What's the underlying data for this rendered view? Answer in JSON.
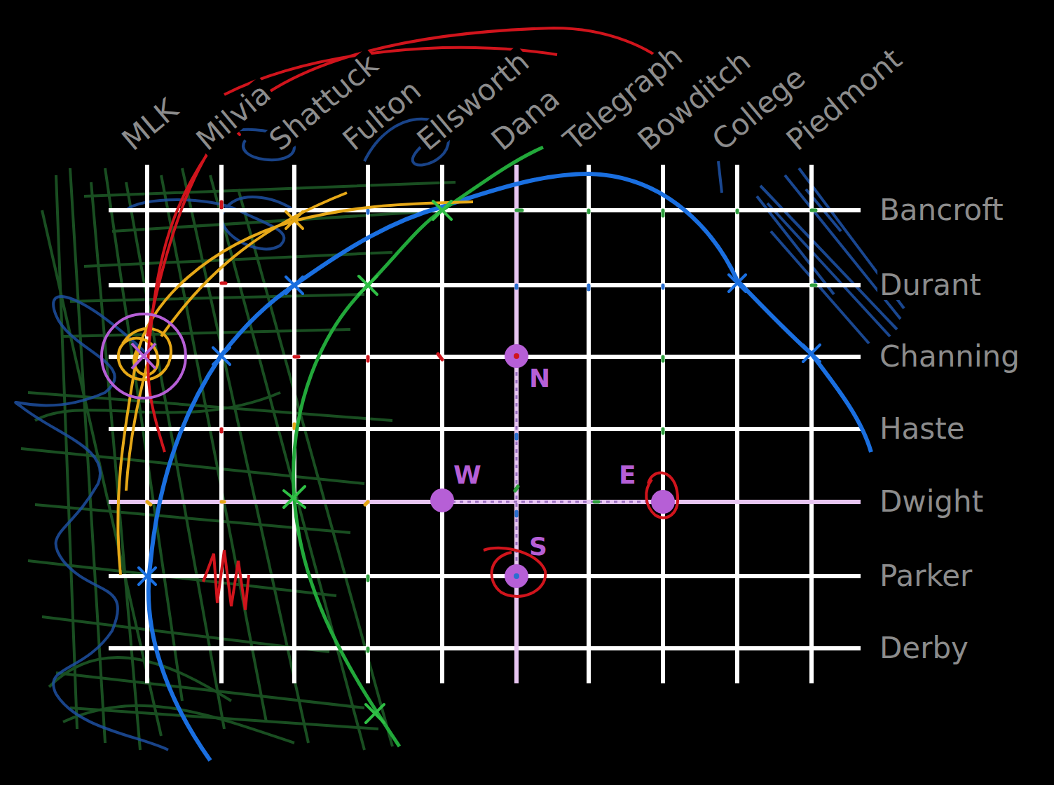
{
  "diagram": {
    "labels": [
      "MLK",
      "Milvia",
      "Shattuck",
      "Fulton",
      "Ellsworth",
      "Dana",
      "Telegraph",
      "Bowditch",
      "College",
      "Piedmont",
      "Bancroft",
      "Durant",
      "Channing",
      "Haste",
      "Dwight",
      "Parker",
      "Derby",
      "N",
      "W",
      "E",
      "S"
    ]
  }
}
